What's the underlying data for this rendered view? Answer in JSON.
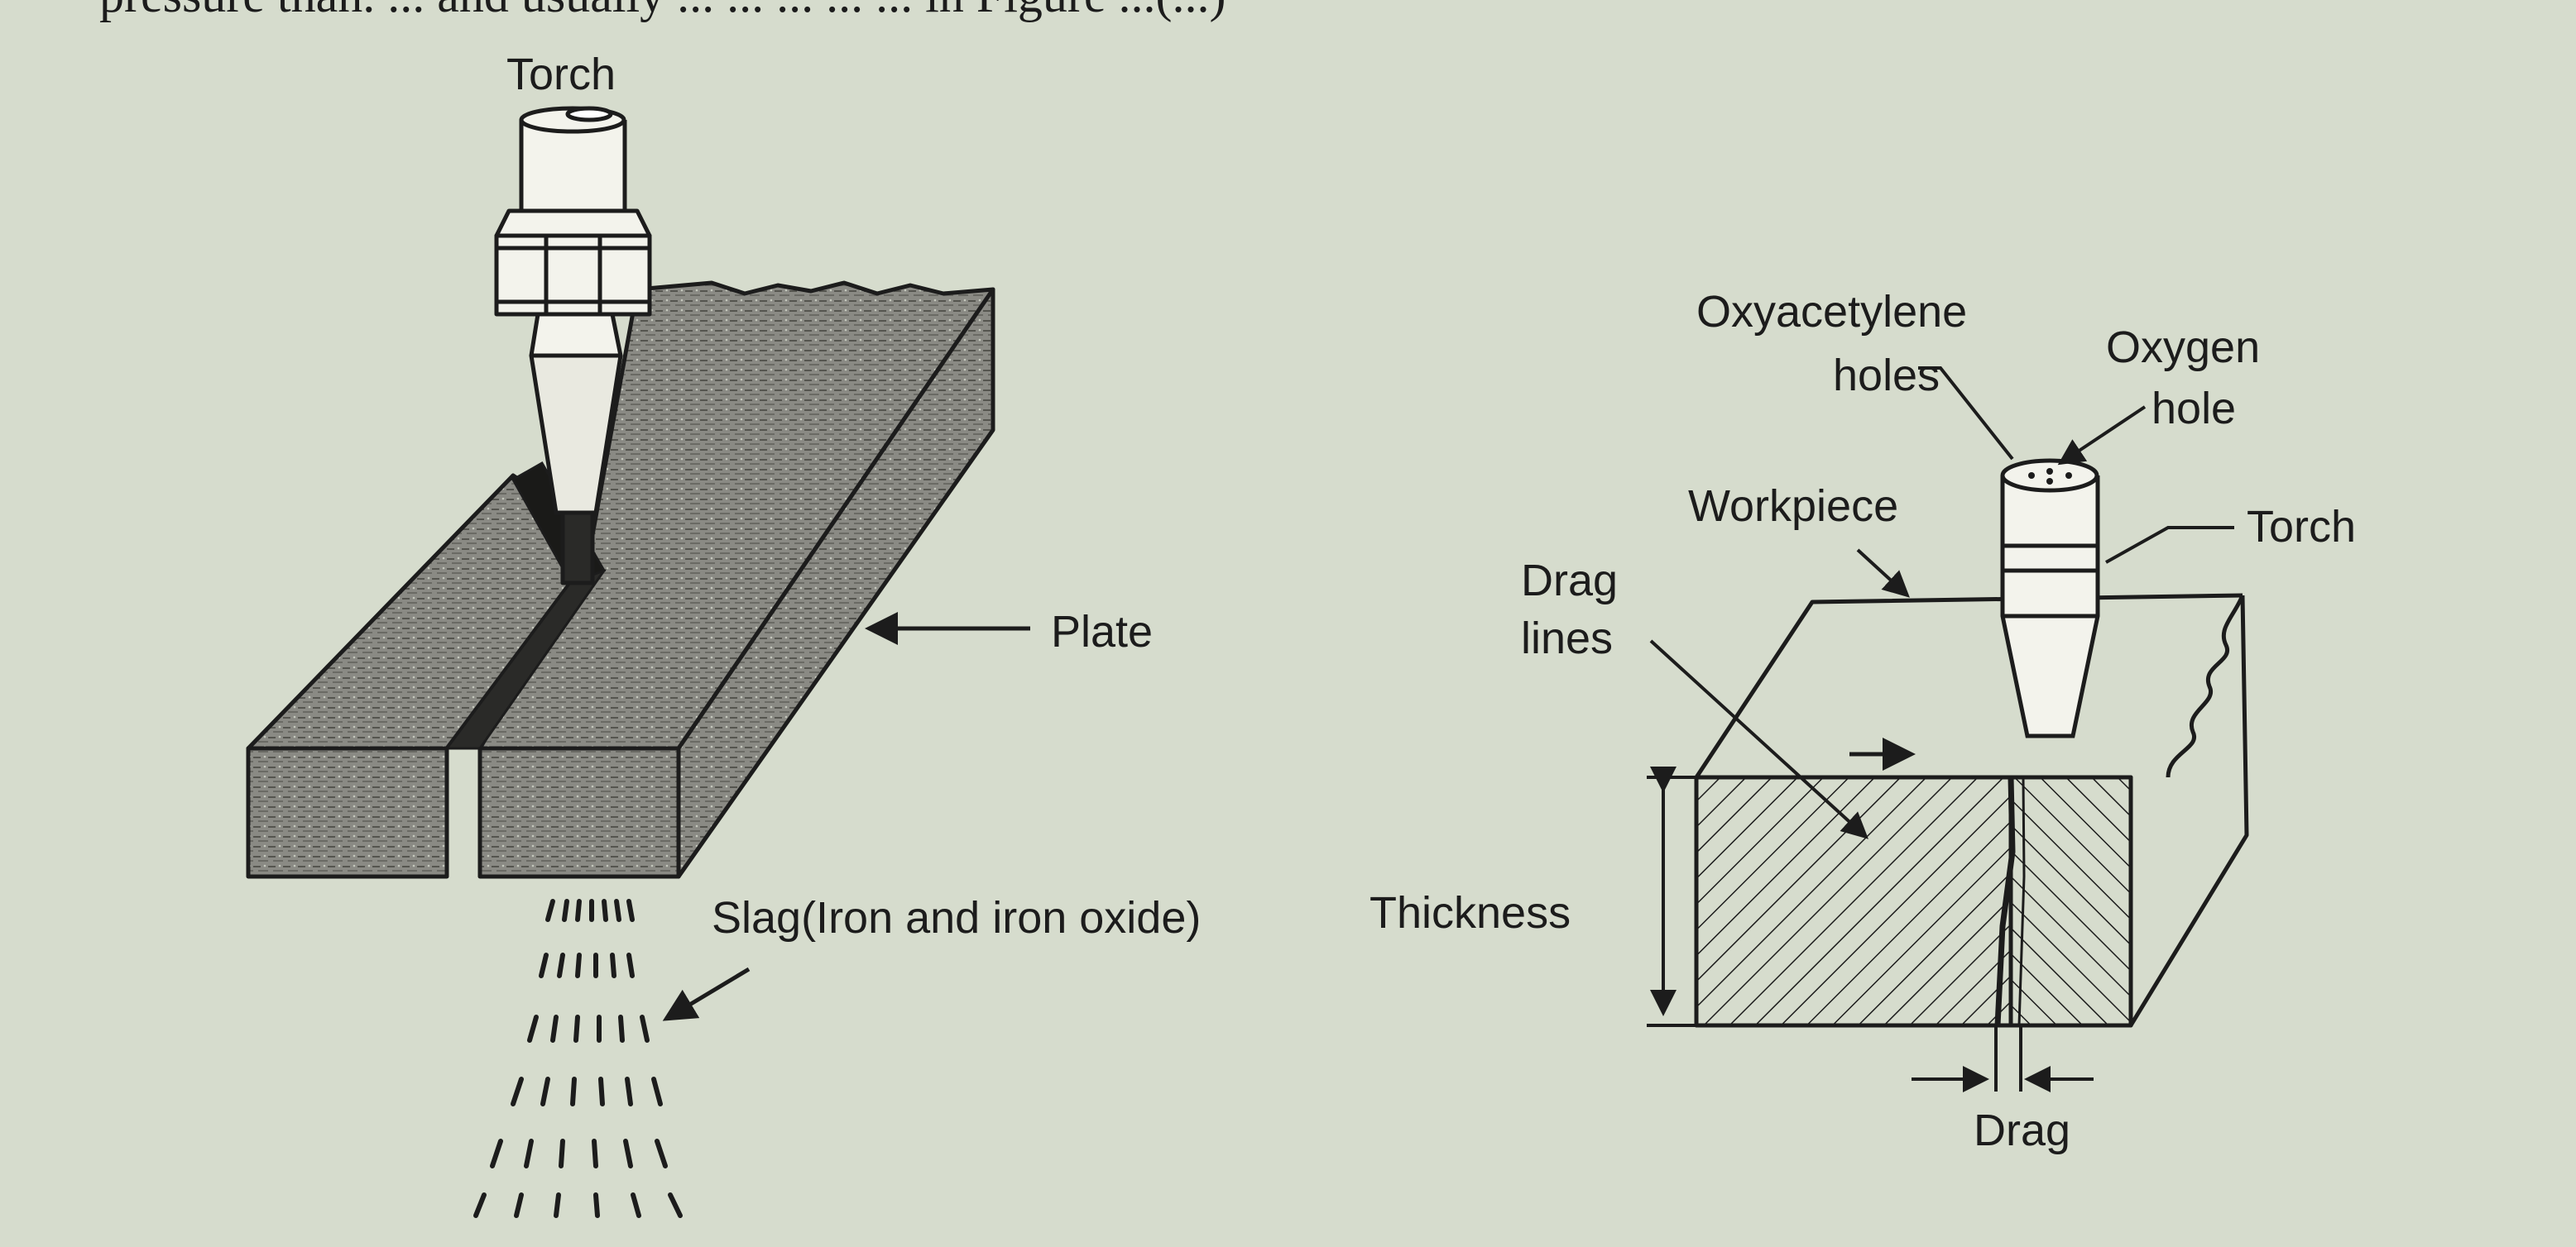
{
  "page": {
    "top_text_fragment": "pressure than. ... and usually ... ... ... ... ... in Figure ...(...)",
    "background_color": "#d6dccd",
    "ink_color": "#1c1c1c",
    "plate_fill_color": "#8a8a84"
  },
  "left_figure": {
    "torch_label": "Torch",
    "plate_label": "Plate",
    "slag_label": "Slag(Iron and iron oxide)"
  },
  "right_figure": {
    "oxyacetylene_label_line1": "Oxyacetylene",
    "oxyacetylene_label_line2": "holes",
    "oxygen_label_line1": "Oxygen",
    "oxygen_label_line2": "hole",
    "workpiece_label": "Workpiece",
    "torch_label": "Torch",
    "drag_lines_label_line1": "Drag",
    "drag_lines_label_line2": "lines",
    "thickness_label": "Thickness",
    "drag_label": "Drag"
  }
}
